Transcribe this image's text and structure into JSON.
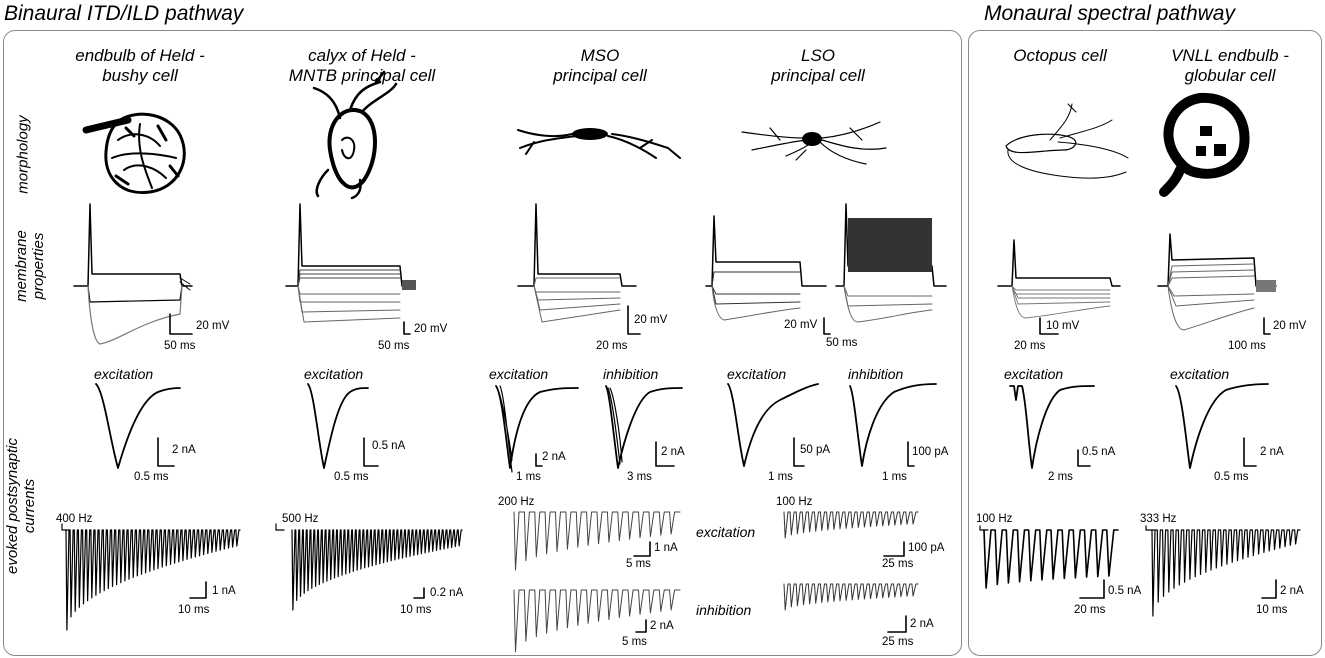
{
  "titles": {
    "binaural": "Binaural ITD/ILD pathway",
    "monaural": "Monaural spectral pathway"
  },
  "columns": [
    {
      "line1": "endbulb of Held -",
      "line2": "bushy cell"
    },
    {
      "line1": "calyx of Held -",
      "line2": "MNTB principal cell"
    },
    {
      "line1": "MSO",
      "line2": "principal cell"
    },
    {
      "line1": "LSO",
      "line2": "principal cell"
    },
    {
      "line1": "Octopus cell",
      "line2": ""
    },
    {
      "line1": "VNLL endbulb -",
      "line2": "globular cell"
    }
  ],
  "rows": {
    "morphology": "morphology",
    "membrane1": "membrane",
    "membrane2": "properties",
    "epsc1": "evoked postsynaptic",
    "epsc2": "currents"
  },
  "sublabels": {
    "excitation": "excitation",
    "inhibition": "inhibition"
  },
  "membrane_scales": [
    {
      "v": "20 mV",
      "t": "50 ms"
    },
    {
      "v": "20 mV",
      "t": "50 ms"
    },
    {
      "v": "20 mV",
      "t": "20 ms"
    },
    {
      "v": "20 mV",
      "t": "50 ms"
    },
    {
      "v": "10 mV",
      "t": "20 ms"
    },
    {
      "v": "20 mV",
      "t": "100 ms"
    }
  ],
  "psc_scales": {
    "bushy": {
      "a": "2 nA",
      "t": "0.5 ms"
    },
    "mntb": {
      "a": "0.5 nA",
      "t": "0.5 ms"
    },
    "mso_exc": {
      "a": "2 nA",
      "t": "1 ms"
    },
    "mso_inh": {
      "a": "2 nA",
      "t": "3 ms"
    },
    "lso_exc": {
      "a": "50 pA",
      "t": "1 ms"
    },
    "lso_inh": {
      "a": "100 pA",
      "t": "1 ms"
    },
    "octopus": {
      "a": "0.5 nA",
      "t": "2 ms"
    },
    "vnll": {
      "a": "2 nA",
      "t": "0.5 ms"
    }
  },
  "trains": {
    "bushy": {
      "freq": "400 Hz",
      "a": "1 nA",
      "t": "10 ms"
    },
    "mntb": {
      "freq": "500 Hz",
      "a": "0.2 nA",
      "t": "10 ms"
    },
    "mso_exc": {
      "freq": "200 Hz",
      "a": "1 nA",
      "t": "5 ms"
    },
    "mso_inh": {
      "a": "2 nA",
      "t": "5 ms"
    },
    "lso_exc": {
      "freq": "100 Hz",
      "a": "100 pA",
      "t": "25 ms"
    },
    "lso_inh": {
      "a": "2 nA",
      "t": "25 ms"
    },
    "octopus": {
      "freq": "100 Hz",
      "a": "0.5 nA",
      "t": "20 ms"
    },
    "vnll": {
      "freq": "333 Hz",
      "a": "2 nA",
      "t": "10 ms"
    }
  }
}
